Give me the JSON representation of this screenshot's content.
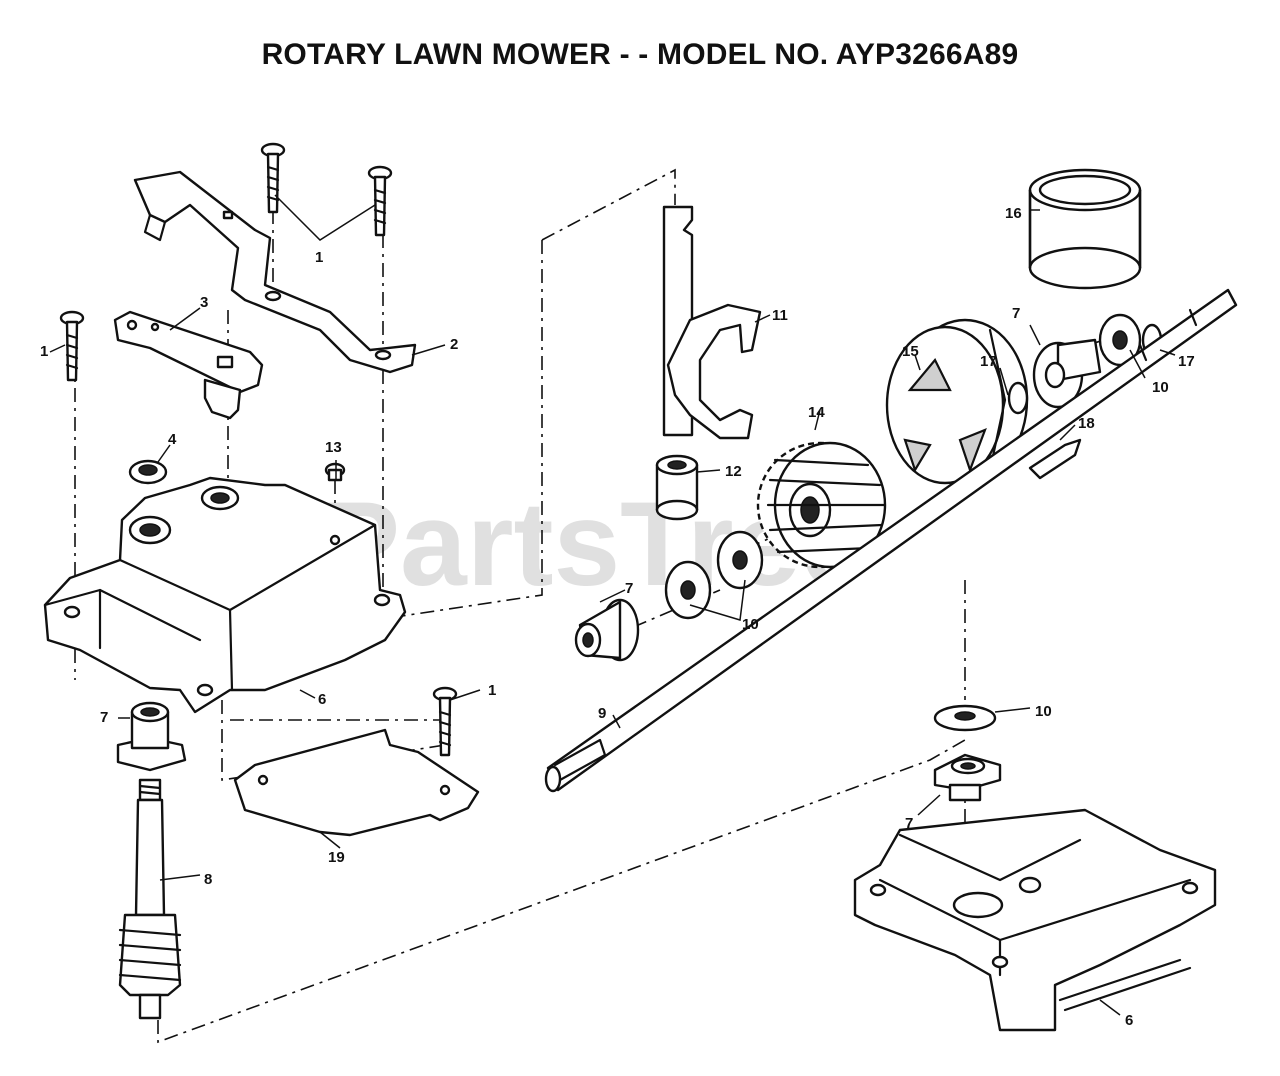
{
  "title": "ROTARY LAWN MOWER - - MODEL NO.  AYP3266A89",
  "watermark": "PartsTree",
  "callouts": [
    {
      "id": "c1a",
      "label": "1"
    },
    {
      "id": "c1b",
      "label": "1"
    },
    {
      "id": "c1c",
      "label": "1"
    },
    {
      "id": "c2",
      "label": "2"
    },
    {
      "id": "c3",
      "label": "3"
    },
    {
      "id": "c4",
      "label": "4"
    },
    {
      "id": "c6a",
      "label": "6"
    },
    {
      "id": "c6b",
      "label": "6"
    },
    {
      "id": "c7a",
      "label": "7"
    },
    {
      "id": "c7b",
      "label": "7"
    },
    {
      "id": "c7c",
      "label": "7"
    },
    {
      "id": "c7d",
      "label": "7"
    },
    {
      "id": "c8",
      "label": "8"
    },
    {
      "id": "c9",
      "label": "9"
    },
    {
      "id": "c10a",
      "label": "10"
    },
    {
      "id": "c10b",
      "label": "10"
    },
    {
      "id": "c10c",
      "label": "10"
    },
    {
      "id": "c11",
      "label": "11"
    },
    {
      "id": "c12",
      "label": "12"
    },
    {
      "id": "c13",
      "label": "13"
    },
    {
      "id": "c14",
      "label": "14"
    },
    {
      "id": "c15",
      "label": "15"
    },
    {
      "id": "c16",
      "label": "16"
    },
    {
      "id": "c17a",
      "label": "17"
    },
    {
      "id": "c17b",
      "label": "17"
    },
    {
      "id": "c18",
      "label": "18"
    },
    {
      "id": "c19",
      "label": "19"
    }
  ]
}
